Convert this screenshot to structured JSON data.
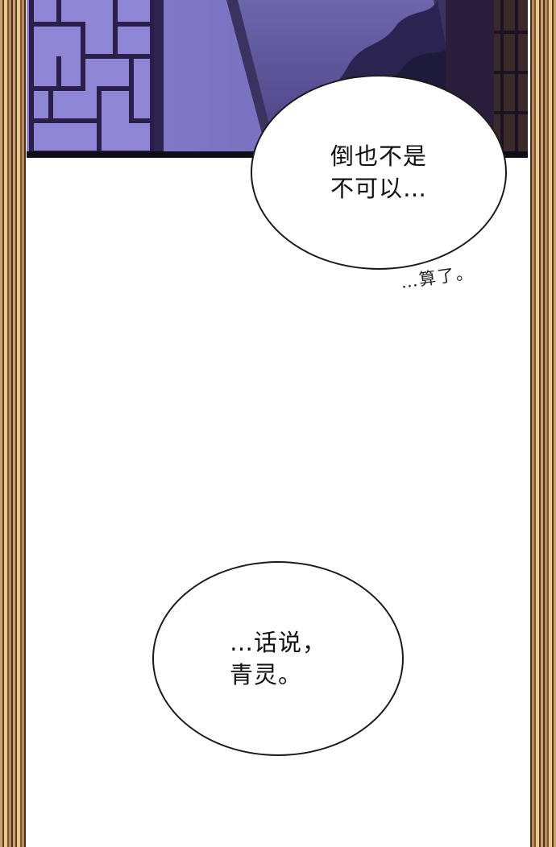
{
  "panel_top": {
    "description_icon": "window-lattice-scene"
  },
  "bubble_1": {
    "line_1": "倒也不是",
    "line_2": "不可以…"
  },
  "sfx": {
    "text": "…算了。"
  },
  "bubble_2": {
    "line_1": "…话说，",
    "line_2": "青灵。"
  },
  "colors": {
    "border_gold": "#c9a36b",
    "border_brown": "#5a3b2a",
    "panel_purple": "#7c73c4",
    "lattice_dark": "#2a1f4a",
    "ink": "#111111"
  }
}
